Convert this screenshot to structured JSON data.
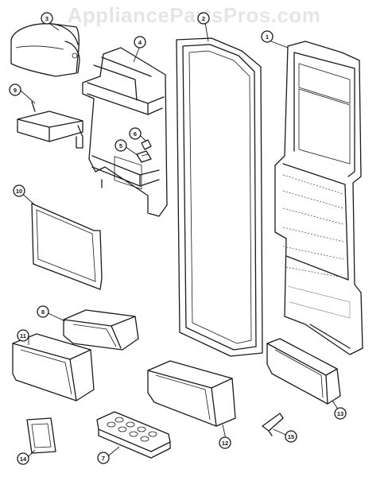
{
  "watermark": "AppliancePartsPros.com",
  "parts": [
    {
      "number": "1"
    },
    {
      "number": "2"
    },
    {
      "number": "3"
    },
    {
      "number": "4"
    },
    {
      "number": "5"
    },
    {
      "number": "6"
    },
    {
      "number": "7"
    },
    {
      "number": "8"
    },
    {
      "number": "9"
    },
    {
      "number": "10"
    },
    {
      "number": "11"
    },
    {
      "number": "12"
    },
    {
      "number": "13"
    },
    {
      "number": "14"
    },
    {
      "number": "15"
    }
  ]
}
